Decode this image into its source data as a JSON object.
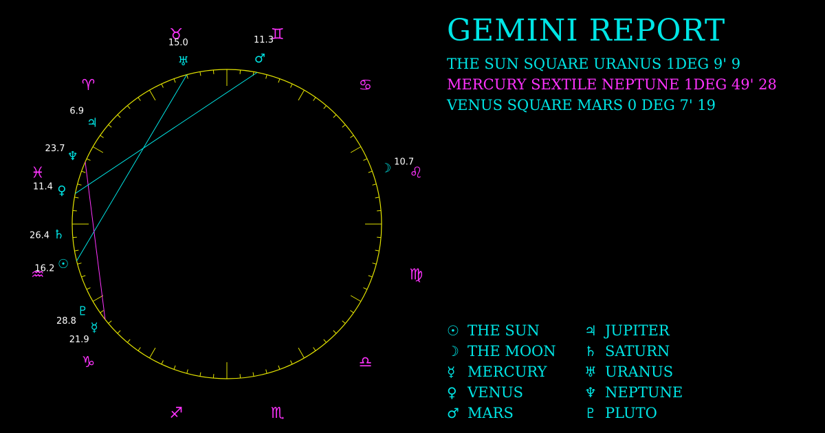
{
  "report": {
    "title": "GEMINI REPORT",
    "aspects": [
      {
        "text": "THE SUN SQUARE URANUS 1DEG 9' 9",
        "color": "#00e5e5",
        "from": "sun",
        "to": "uranus"
      },
      {
        "text": "MERCURY SEXTILE NEPTUNE 1DEG 49' 28",
        "color": "#ff33ff",
        "from": "mercury",
        "to": "neptune"
      },
      {
        "text": "VENUS SQUARE MARS 0 DEG 7' 19",
        "color": "#00e5e5",
        "from": "venus",
        "to": "mars"
      }
    ]
  },
  "legend": {
    "left": [
      {
        "glyph": "☉",
        "label": "THE SUN",
        "icon": "sun-icon"
      },
      {
        "glyph": "☽",
        "label": "THE MOON",
        "icon": "moon-icon"
      },
      {
        "glyph": "☿",
        "label": "MERCURY",
        "icon": "mercury-icon"
      },
      {
        "glyph": "♀",
        "label": "VENUS",
        "icon": "venus-icon"
      },
      {
        "glyph": "♂",
        "label": "MARS",
        "icon": "mars-icon"
      }
    ],
    "right": [
      {
        "glyph": "♃",
        "label": "JUPITER",
        "icon": "jupiter-icon"
      },
      {
        "glyph": "♄",
        "label": "SATURN",
        "icon": "saturn-icon"
      },
      {
        "glyph": "♅",
        "label": "URANUS",
        "icon": "uranus-icon"
      },
      {
        "glyph": "♆",
        "label": "NEPTUNE",
        "icon": "neptune-icon"
      },
      {
        "glyph": "♇",
        "label": "PLUTO",
        "icon": "pluto-icon"
      }
    ]
  },
  "colors": {
    "background": "#000000",
    "wheel": "#e5e500",
    "planet": "#00e5e5",
    "sign": "#ff33ff",
    "degree_text": "#ffffff"
  },
  "signs": [
    {
      "name": "leo",
      "glyph": "♌"
    },
    {
      "name": "virgo",
      "glyph": "♍"
    },
    {
      "name": "libra",
      "glyph": "♎"
    },
    {
      "name": "scorpio",
      "glyph": "♏"
    },
    {
      "name": "sagittarius",
      "glyph": "♐"
    },
    {
      "name": "capricorn",
      "glyph": "♑"
    },
    {
      "name": "aquarius",
      "glyph": "♒"
    },
    {
      "name": "pisces",
      "glyph": "♓"
    },
    {
      "name": "aries",
      "glyph": "♈"
    },
    {
      "name": "taurus",
      "glyph": "♉"
    },
    {
      "name": "gemini",
      "glyph": "♊"
    },
    {
      "name": "cancer",
      "glyph": "♋"
    }
  ],
  "planets": [
    {
      "id": "moon",
      "glyph": "☽",
      "sign": "leo",
      "degree": 10.7,
      "label": "10.7"
    },
    {
      "id": "jupiter",
      "glyph": "♃",
      "sign": "aries",
      "degree": 6.9,
      "label": "6.9"
    },
    {
      "id": "neptune",
      "glyph": "♆",
      "sign": "pisces",
      "degree": 23.7,
      "label": "23.7"
    },
    {
      "id": "venus",
      "glyph": "♀",
      "sign": "pisces",
      "degree": 11.4,
      "label": "11.4"
    },
    {
      "id": "saturn",
      "glyph": "♄",
      "sign": "aquarius",
      "degree": 26.4,
      "label": "26.4"
    },
    {
      "id": "sun",
      "glyph": "☉",
      "sign": "aquarius",
      "degree": 16.2,
      "label": "16.2"
    },
    {
      "id": "pluto",
      "glyph": "♇",
      "sign": "capricorn",
      "degree": 28.8,
      "label": "28.8"
    },
    {
      "id": "mercury",
      "glyph": "☿",
      "sign": "capricorn",
      "degree": 21.9,
      "label": "21.9"
    },
    {
      "id": "uranus",
      "glyph": "♅",
      "sign": "taurus",
      "degree": 15.0,
      "label": "15.0"
    },
    {
      "id": "mars",
      "glyph": "♂",
      "sign": "gemini",
      "degree": 11.3,
      "label": "11.3"
    }
  ]
}
